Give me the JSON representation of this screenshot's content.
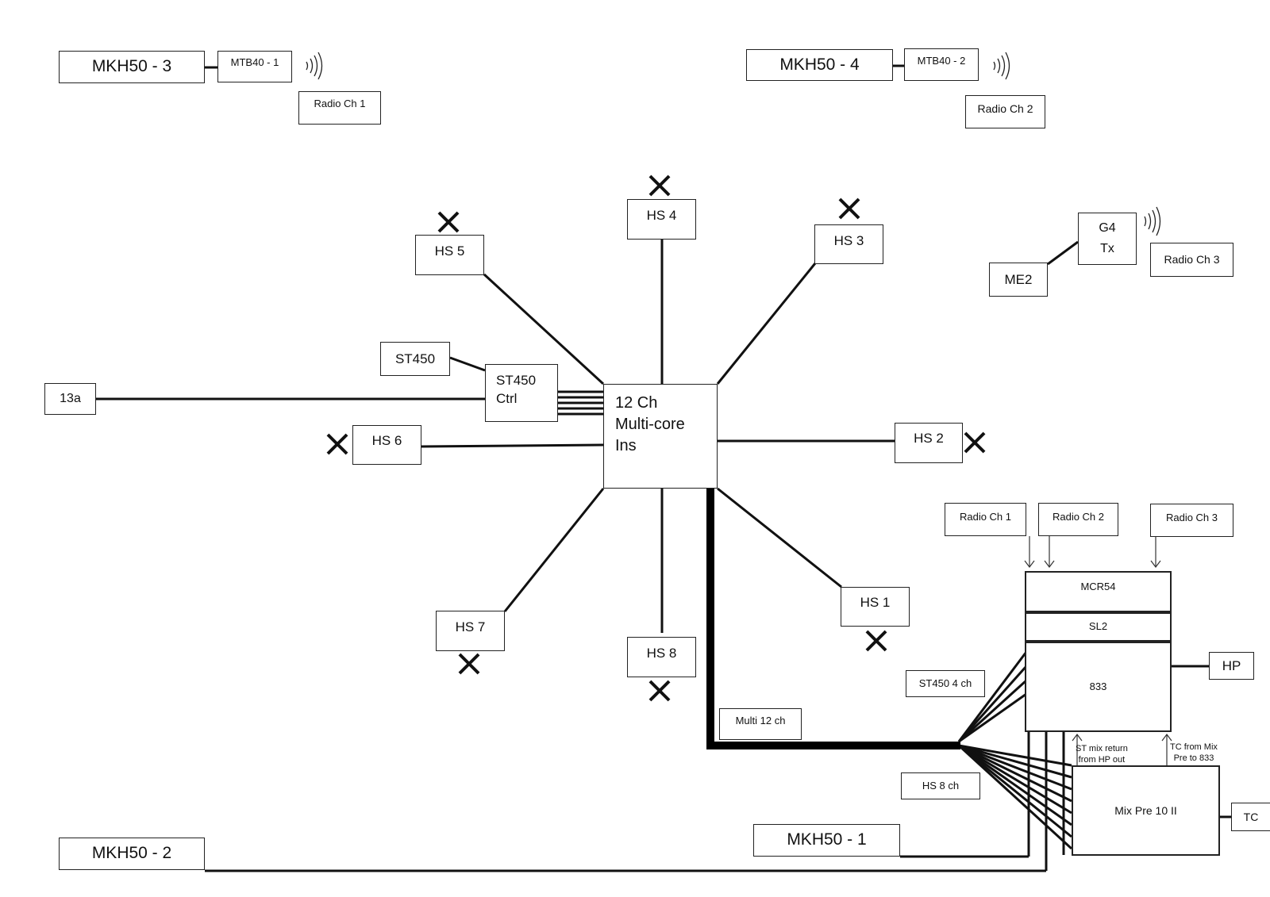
{
  "nodes": {
    "mkh50_3": "MKH50 - 3",
    "mtb40_1": "MTB40 - 1",
    "radio_ch1_top": "Radio Ch 1",
    "mkh50_4": "MKH50 - 4",
    "mtb40_2": "MTB40 - 2",
    "radio_ch2_top": "Radio Ch 2",
    "hs4": "HS 4",
    "hs5": "HS 5",
    "hs3": "HS 3",
    "g4tx_line1": "G4",
    "g4tx_line2": "Tx",
    "me2": "ME2",
    "radio_ch3_top": "Radio Ch 3",
    "st450": "ST450",
    "st450_ctrl_line1": "ST450",
    "st450_ctrl_line2": "Ctrl",
    "n13a": "13a",
    "multicore_line1": "12 Ch",
    "multicore_line2": "Multi-core",
    "multicore_line3": "Ins",
    "hs6": "HS 6",
    "hs2": "HS 2",
    "radio_ch1_right": "Radio Ch 1",
    "radio_ch2_right": "Radio Ch 2",
    "radio_ch3_right": "Radio Ch 3",
    "mcr54": "MCR54",
    "sl2": "SL2",
    "r833": "833",
    "hp": "HP",
    "hs1": "HS 1",
    "hs7": "HS 7",
    "hs8": "HS 8",
    "st450_4ch": "ST450 4 ch",
    "multi_12ch": "Multi 12 ch",
    "hs_8ch": "HS 8 ch",
    "mixpre": "Mix Pre 10 II",
    "tc": "TC",
    "mkh50_1": "MKH50 - 1",
    "mkh50_2": "MKH50 - 2"
  },
  "annotations": {
    "st_mix_return_1": "ST mix return",
    "st_mix_return_2": "from HP out",
    "tc_from_mix_1": "TC from Mix",
    "tc_from_mix_2": "Pre to 833"
  },
  "icons": [
    "wireless-signal-icon",
    "disconnected-x-icon"
  ]
}
